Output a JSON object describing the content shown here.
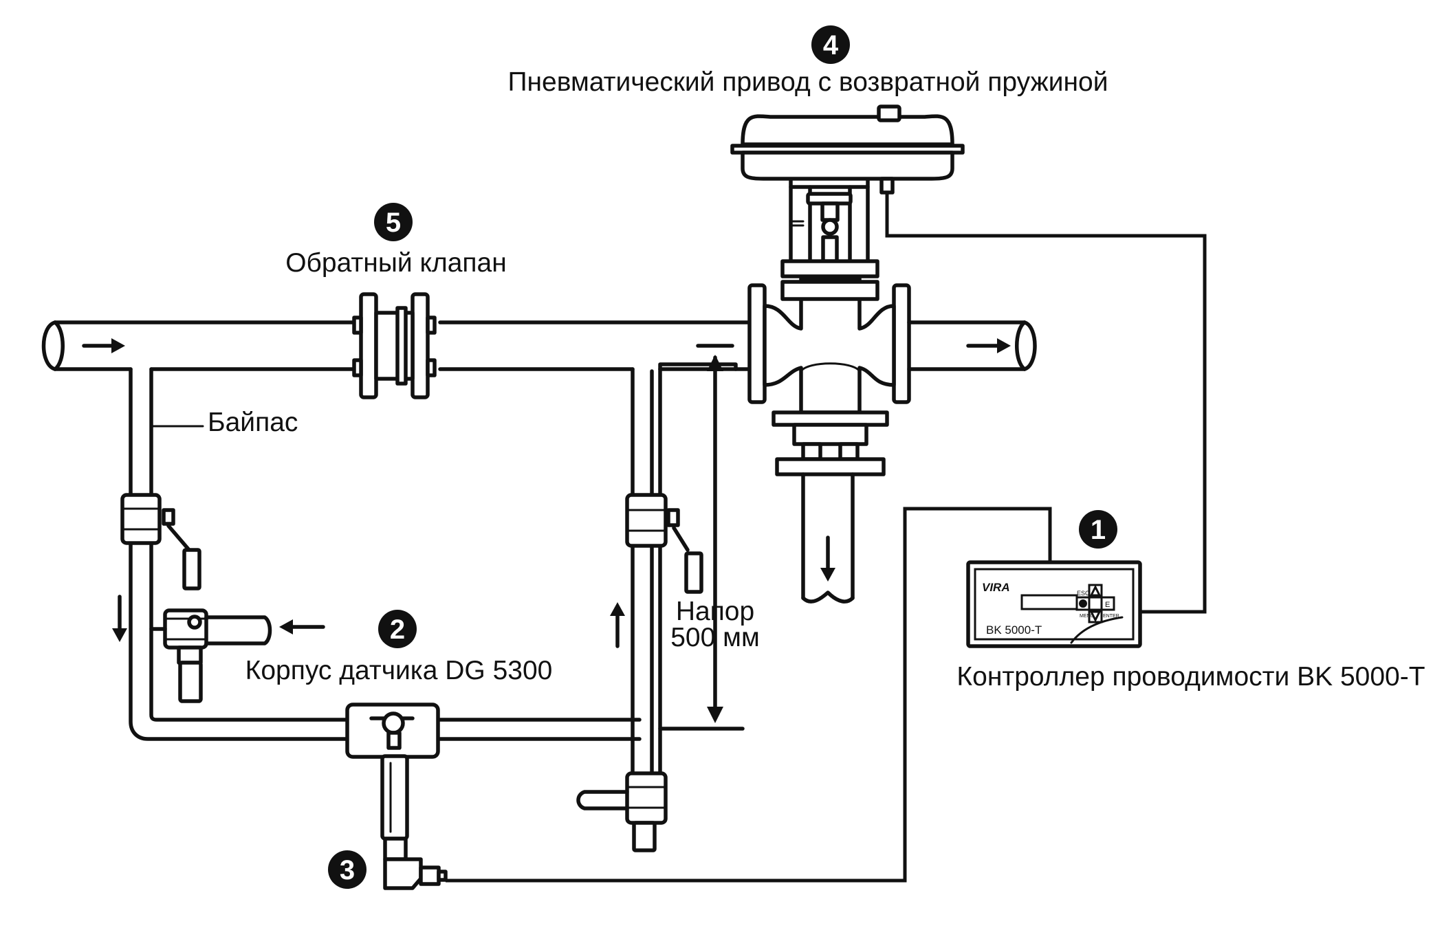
{
  "labels": {
    "actuator": "Пневматический привод с возвратной пружиной",
    "check_valve": "Обратный клапан",
    "bypass": "Байпас",
    "sensor_housing": "Корпус датчика DG 5300",
    "head_line1": "Напор",
    "head_line2": "500 мм",
    "controller": "Контроллер проводимости BK 5000-T"
  },
  "markers": {
    "controller": "1",
    "sensor_housing": "2",
    "sensor": "3",
    "actuator": "4",
    "check_valve": "5"
  },
  "controller_panel": {
    "brand": "VIRA",
    "model": "BK 5000-T",
    "esc": "ESC",
    "menu": "MENU",
    "enter": "ENTER",
    "e_key": "E"
  }
}
